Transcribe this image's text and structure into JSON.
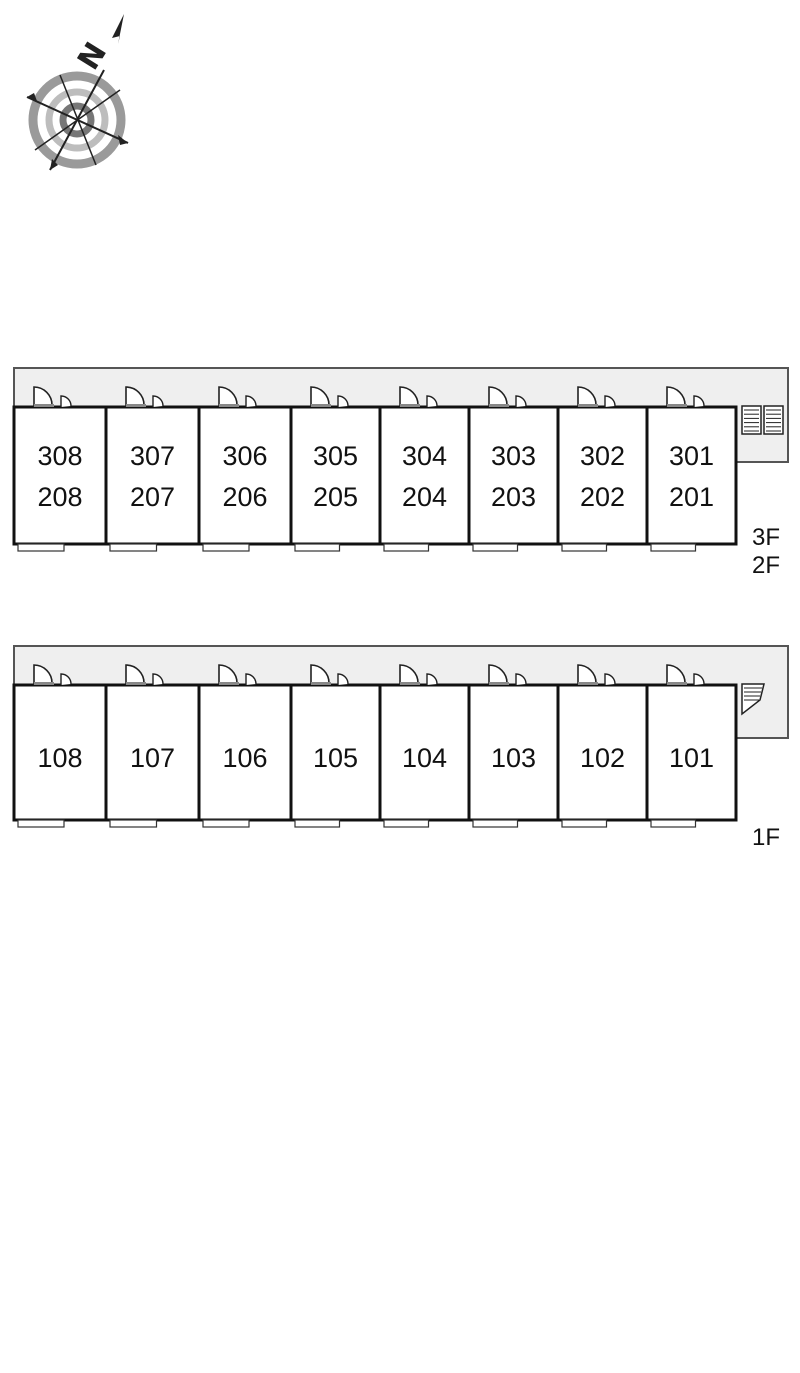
{
  "compass": {
    "label": "N",
    "icon": "compass-rose-icon"
  },
  "upper_block": {
    "floor_labels": [
      "3F",
      "2F"
    ],
    "units": [
      {
        "upper": "308",
        "lower": "208"
      },
      {
        "upper": "307",
        "lower": "207"
      },
      {
        "upper": "306",
        "lower": "206"
      },
      {
        "upper": "305",
        "lower": "205"
      },
      {
        "upper": "304",
        "lower": "204"
      },
      {
        "upper": "303",
        "lower": "203"
      },
      {
        "upper": "302",
        "lower": "202"
      },
      {
        "upper": "301",
        "lower": "201"
      }
    ],
    "stair_icon": "staircase-icon"
  },
  "lower_block": {
    "floor_labels": [
      "1F"
    ],
    "units": [
      {
        "label": "108"
      },
      {
        "label": "107"
      },
      {
        "label": "106"
      },
      {
        "label": "105"
      },
      {
        "label": "104"
      },
      {
        "label": "103"
      },
      {
        "label": "102"
      },
      {
        "label": "101"
      }
    ],
    "stair_icon": "staircase-icon"
  },
  "colors": {
    "corridor": "#efefef",
    "wall": "#111111",
    "compass_ring": "#9a9a9a"
  }
}
